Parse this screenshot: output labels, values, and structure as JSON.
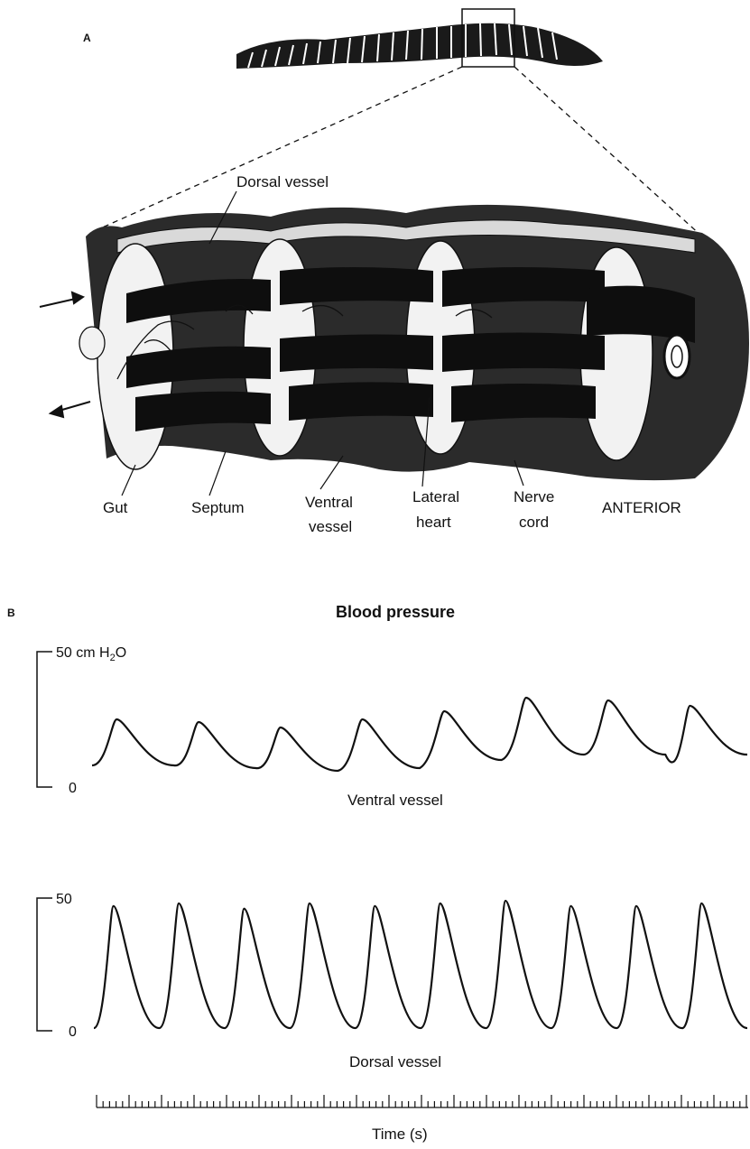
{
  "panel_a": {
    "label": "A",
    "parts": {
      "dorsal_vessel": "Dorsal vessel",
      "gut": "Gut",
      "septum": "Septum",
      "ventral_vessel_1": "Ventral",
      "ventral_vessel_2": "vessel",
      "lateral_heart_1": "Lateral",
      "lateral_heart_2": "heart",
      "nerve_cord_1": "Nerve",
      "nerve_cord_2": "cord",
      "anterior": "ANTERIOR"
    }
  },
  "panel_b": {
    "label": "B",
    "title": "Blood pressure",
    "ventral": {
      "scale_top_main": "50 cm H",
      "scale_top_sub": "2",
      "scale_top_end": "O",
      "scale_bottom": "0",
      "label": "Ventral vessel",
      "peaks": [
        25,
        24,
        22,
        25,
        28,
        33,
        32,
        30
      ],
      "troughs": [
        8,
        7,
        6,
        7,
        10,
        12,
        12
      ]
    },
    "dorsal": {
      "scale_top": "50",
      "scale_bottom": "0",
      "label": "Dorsal vessel",
      "peaks": [
        47,
        48,
        46,
        48,
        47,
        48,
        49,
        47,
        47,
        48
      ],
      "troughs": [
        1,
        1,
        1,
        1,
        1,
        1,
        1,
        1,
        1
      ]
    },
    "time_axis": {
      "label": "Time (s)"
    }
  }
}
